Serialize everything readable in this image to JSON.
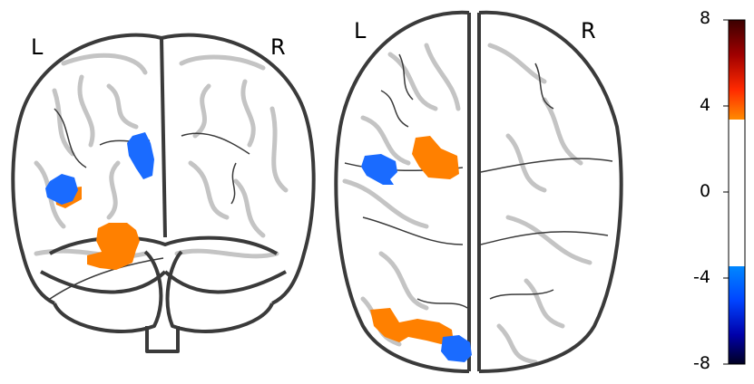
{
  "coronal_view": {
    "left_label": "L",
    "right_label": "R"
  },
  "axial_view": {
    "left_label": "L",
    "right_label": "R"
  },
  "colorbar": {
    "tick_labels": [
      "8",
      "4",
      "0",
      "-4",
      "-8"
    ],
    "range": [
      -8,
      8
    ],
    "threshold": 3.4,
    "colormap": "cold_hot",
    "colors": {
      "max_positive": "#3b0000",
      "mid_positive": "#ff2a00",
      "threshold_positive": "#ff8a00",
      "zero_band": "#ffffff",
      "threshold_negative": "#0088ff",
      "mid_negative": "#0022dd",
      "max_negative": "#000022"
    }
  },
  "colors": {
    "outline": "#3a3a3a",
    "sulci": "#bdbdbd",
    "positive_blob": "#ff8000",
    "negative_blob": "#1a6bff"
  }
}
